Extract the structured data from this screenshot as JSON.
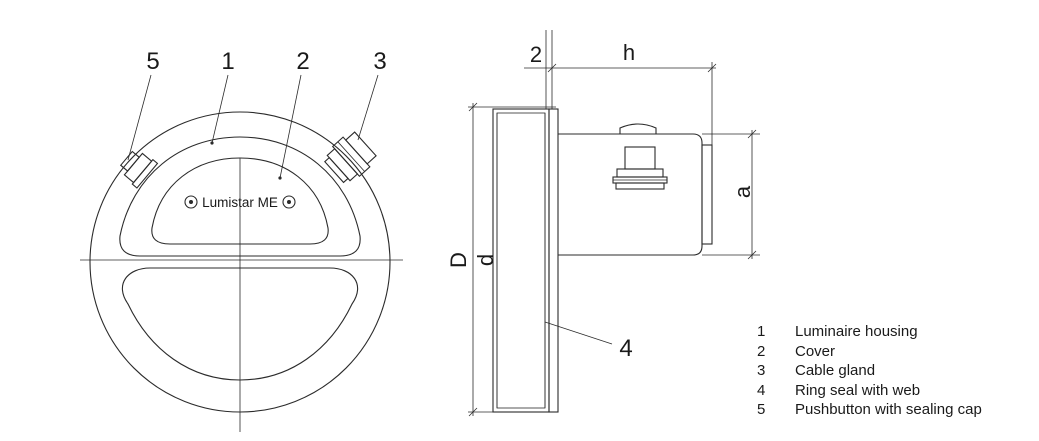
{
  "front_view": {
    "product_label": "Lumistar ME",
    "callouts": [
      "5",
      "1",
      "2",
      "3"
    ]
  },
  "side_view": {
    "dimensions": {
      "cover_thickness": "2",
      "depth": "h",
      "housing_height": "a",
      "outer_diameter": "D",
      "inner_diameter": "d"
    },
    "callout_seal": "4"
  },
  "legend": [
    {
      "number": "1",
      "text": "Luminaire housing"
    },
    {
      "number": "2",
      "text": "Cover"
    },
    {
      "number": "3",
      "text": "Cable gland"
    },
    {
      "number": "4",
      "text": "Ring seal with web"
    },
    {
      "number": "5",
      "text": "Pushbutton with sealing cap"
    }
  ]
}
